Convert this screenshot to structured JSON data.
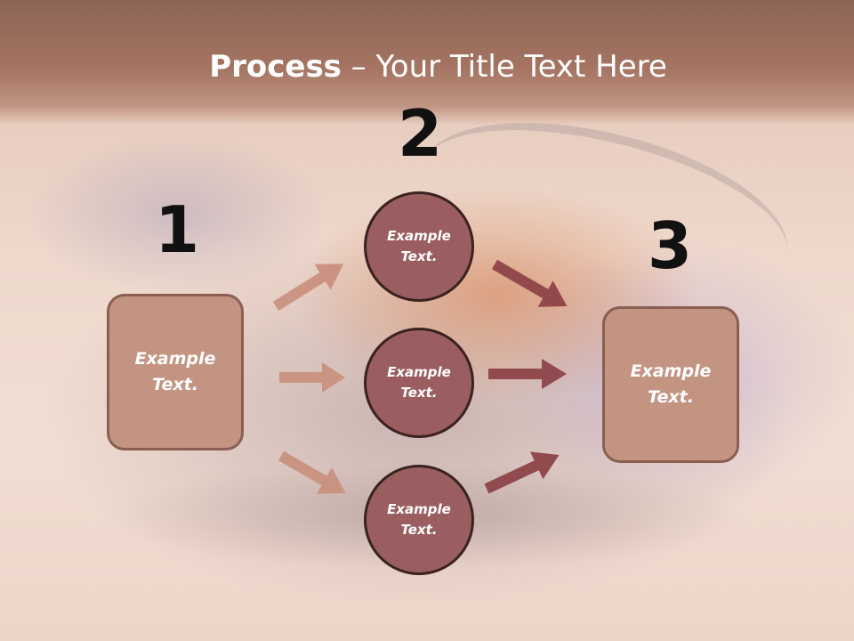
{
  "title": {
    "bold": "Process",
    "rest": " – Your Title Text Here"
  },
  "steps": [
    {
      "number": "1",
      "label": "Example Text."
    },
    {
      "number": "2",
      "items": [
        "Example Text.",
        "Example Text.",
        "Example Text."
      ]
    },
    {
      "number": "3",
      "label": "Example Text."
    }
  ],
  "colors": {
    "title_bar": "#a57462",
    "box_fill": "#c39482",
    "circle_fill": "#9a5e60",
    "arrow_light": "#c98f7c",
    "arrow_dark": "#8a3f44"
  }
}
